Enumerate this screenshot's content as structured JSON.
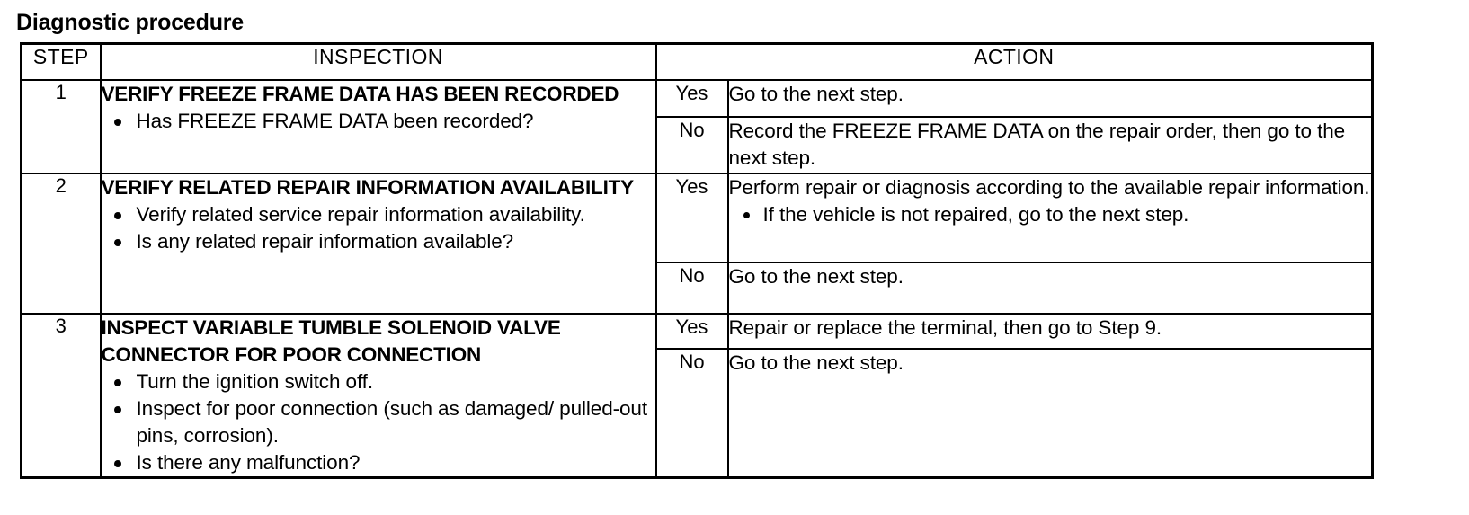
{
  "title": "Diagnostic procedure",
  "table": {
    "headers": {
      "step": "STEP",
      "inspection": "INSPECTION",
      "action": "ACTION"
    },
    "rows": [
      {
        "step": "1",
        "inspection": {
          "heading": "VERIFY FREEZE FRAME DATA HAS BEEN RECORDED",
          "bullets": [
            "Has FREEZE FRAME DATA been recorded?"
          ]
        },
        "results": [
          {
            "label": "Yes",
            "lines": [
              "Go to the next step."
            ],
            "bullets": []
          },
          {
            "label": "No",
            "lines": [
              "Record the FREEZE FRAME DATA on the repair order, then go to the next step."
            ],
            "bullets": []
          }
        ]
      },
      {
        "step": "2",
        "inspection": {
          "heading": "VERIFY RELATED REPAIR INFORMATION AVAILABILITY",
          "bullets": [
            "Verify related service repair information availability.",
            "Is any related repair information available?"
          ]
        },
        "results": [
          {
            "label": "Yes",
            "lines": [
              "Perform repair or diagnosis according to the available repair information."
            ],
            "bullets": [
              "If the vehicle is not repaired, go to the next step."
            ]
          },
          {
            "label": "No",
            "lines": [
              "Go to the next step."
            ],
            "bullets": []
          }
        ]
      },
      {
        "step": "3",
        "inspection": {
          "heading": "INSPECT VARIABLE TUMBLE SOLENOID VALVE CONNECTOR FOR POOR CONNECTION",
          "bullets": [
            "Turn the ignition switch off.",
            "Inspect for poor connection (such as damaged/ pulled-out pins, corrosion).",
            "Is there any malfunction?"
          ]
        },
        "results": [
          {
            "label": "Yes",
            "lines": [
              "Repair or replace the terminal, then go to Step 9."
            ],
            "bullets": []
          },
          {
            "label": "No",
            "lines": [
              "Go to the next step."
            ],
            "bullets": []
          }
        ]
      }
    ]
  },
  "colors": {
    "text": "#000000",
    "background": "#ffffff",
    "border": "#000000"
  }
}
